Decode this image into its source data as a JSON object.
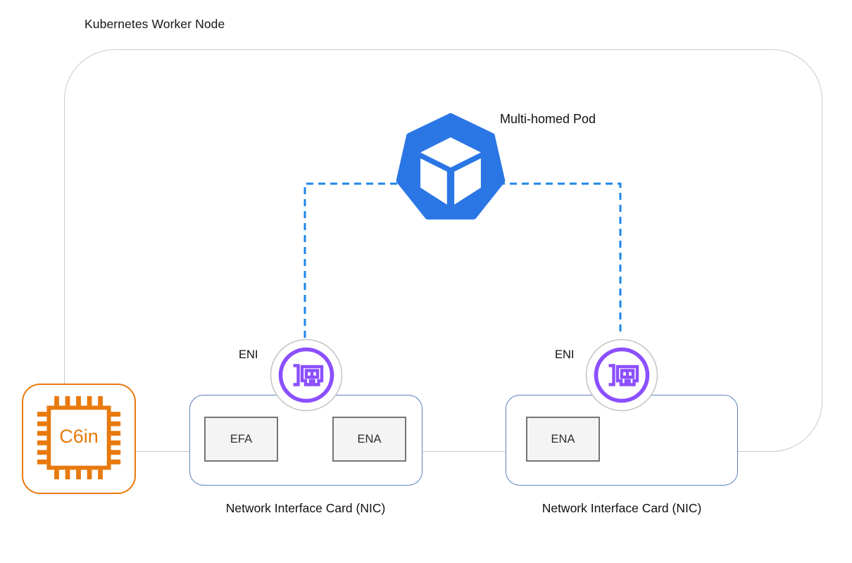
{
  "diagram": {
    "title": "Kubernetes Worker Node",
    "pod": {
      "label": "Multi-homed Pod"
    },
    "chip": {
      "label": "C6in"
    },
    "eni_left": {
      "label": "ENI"
    },
    "eni_right": {
      "label": "ENI"
    },
    "nic_left": {
      "label": "Network Interface Card (NIC)",
      "slots": [
        "EFA",
        "ENA"
      ]
    },
    "nic_right": {
      "label": "Network Interface Card (NIC)",
      "slots": [
        "ENA"
      ]
    },
    "colors": {
      "node_border": "#c9c9c9",
      "nic_border": "#5a82bb",
      "slot_fill": "#f4f4f4",
      "slot_border": "#757575",
      "pod_blue": "#2b76e5",
      "dashed_link_blue": "#1e86e8",
      "eni_purple": "#8c4fff",
      "eni_ring_gray": "#c6c6c6",
      "chip_orange": "#e8790d",
      "text": "#111111"
    },
    "icons": [
      "kubernetes-pod-icon",
      "eni-network-card-icon",
      "cpu-chip-icon"
    ]
  }
}
